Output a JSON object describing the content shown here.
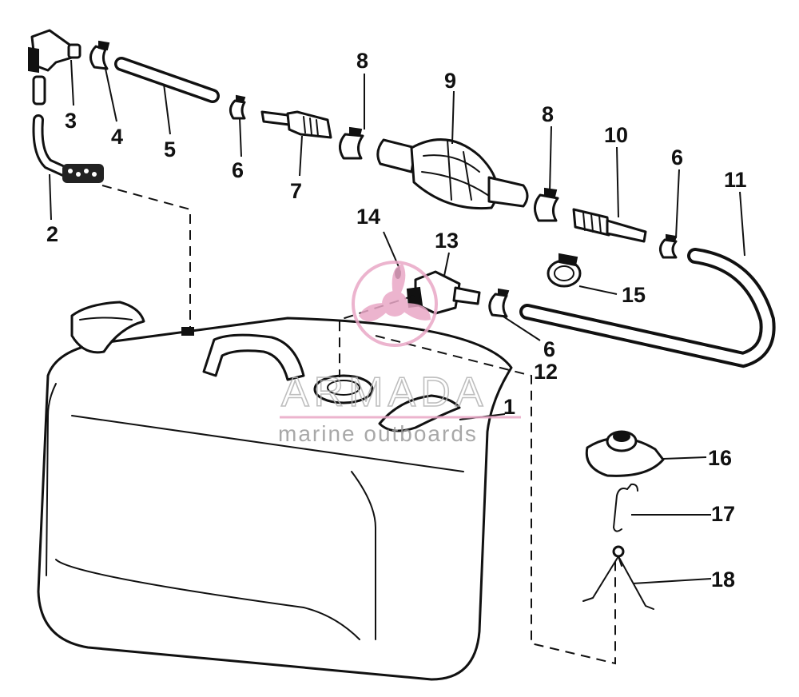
{
  "callouts": [
    "1",
    "2",
    "3",
    "4",
    "5",
    "6",
    "7",
    "8",
    "9",
    "10",
    "11",
    "12",
    "13",
    "14",
    "15",
    "16",
    "17",
    "18"
  ],
  "callout_6_instances": [
    "6",
    "6",
    "6"
  ],
  "callout_8_instances": [
    "8",
    "8"
  ],
  "watermark": {
    "brand": "ARMADA",
    "tagline": "marine outboards",
    "logo_color": "#e9a7c6"
  }
}
